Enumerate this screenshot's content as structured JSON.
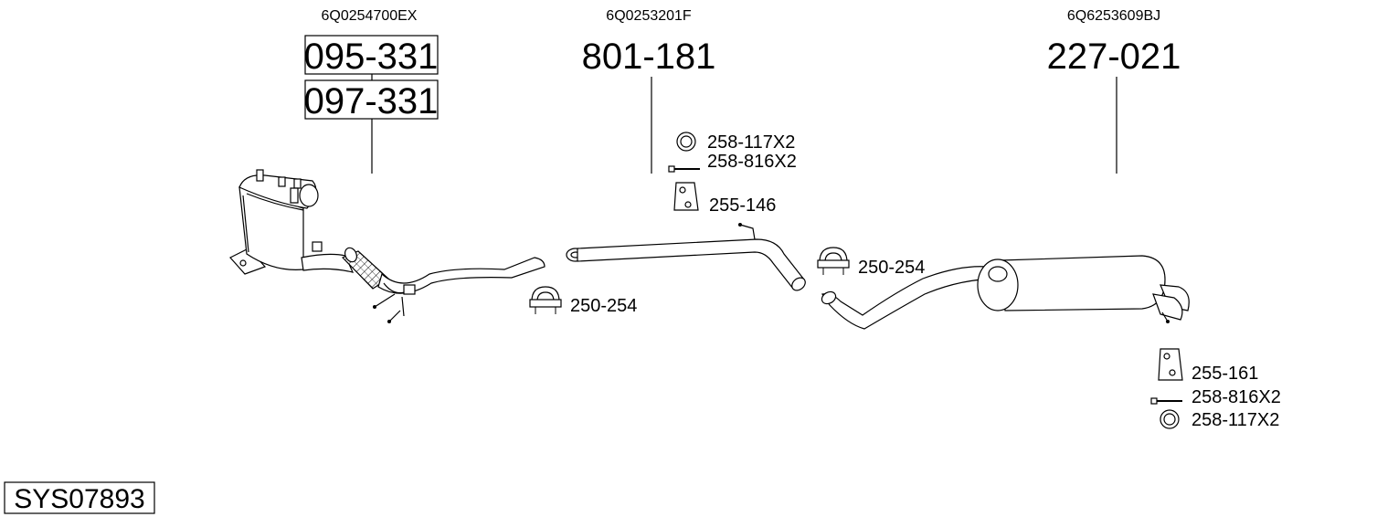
{
  "groups": [
    {
      "oem": "6Q0254700EX",
      "codes": [
        "095-331",
        "097-331"
      ]
    },
    {
      "oem": "6Q0253201F",
      "codes": [
        "801-181"
      ]
    },
    {
      "oem": "6Q6253609BJ",
      "codes": [
        "227-021"
      ]
    }
  ],
  "small_parts": {
    "ring_mid": "258-117X2",
    "bolt_mid": "258-816X2",
    "hanger_mid": "255-146",
    "clamp_left": "250-254",
    "clamp_right": "250-254",
    "hanger_rear": "255-161",
    "bolt_rear": "258-816X2",
    "ring_rear": "258-117X2"
  },
  "system_code": "SYS07893"
}
